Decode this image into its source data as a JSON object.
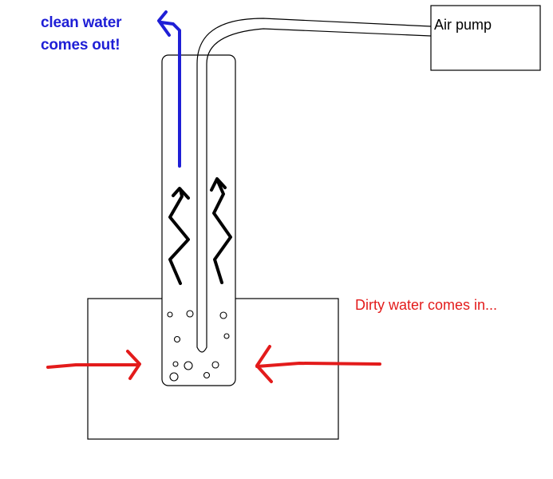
{
  "labels": {
    "clean_water_line1": "clean water",
    "clean_water_line2": "comes out!",
    "air_pump": "Air pump",
    "dirty_water": "Dirty water comes in..."
  },
  "colors": {
    "clean_water": "#1f1fd6",
    "dirty_water": "#e31b1b",
    "outline": "#000000"
  }
}
